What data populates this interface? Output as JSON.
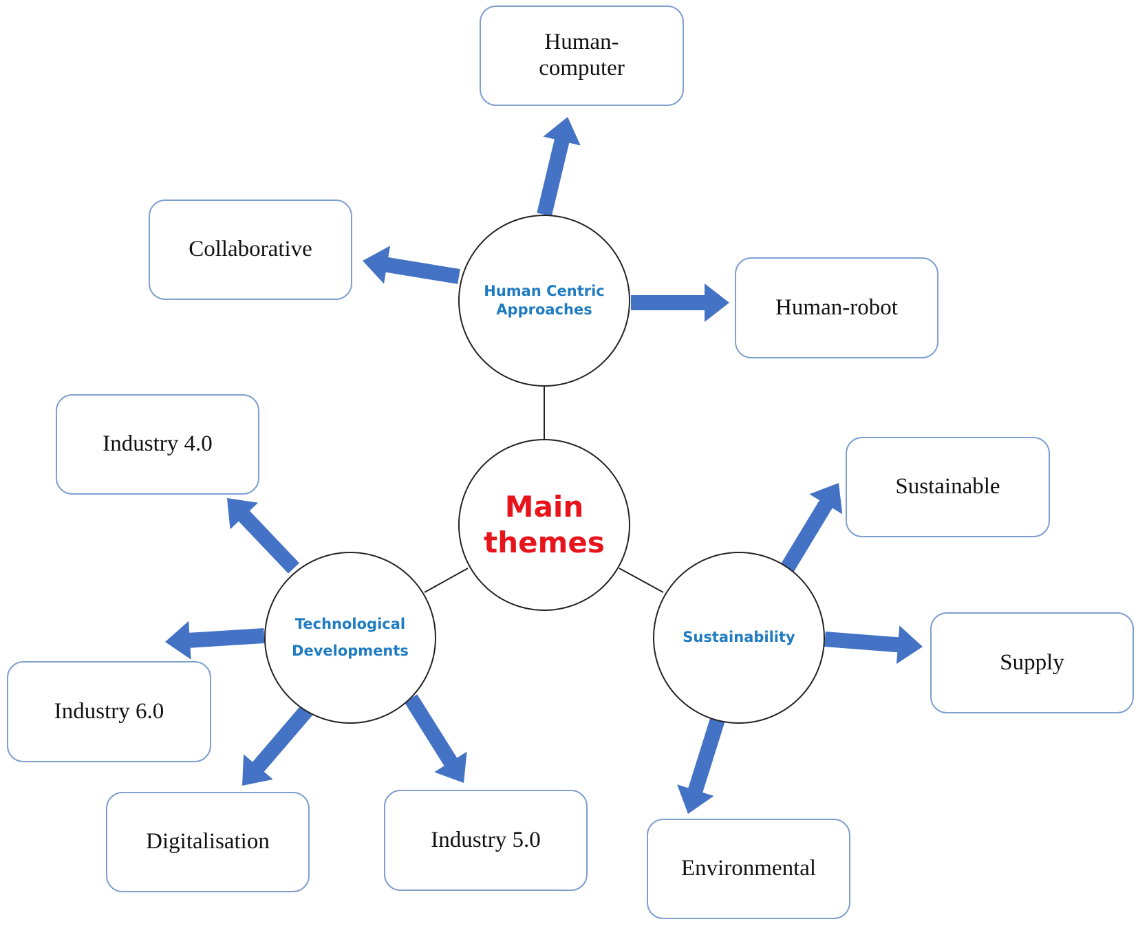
{
  "diagram": {
    "center": {
      "label": "Main themes"
    },
    "hubs": {
      "human_centric": {
        "label": "Human Centric Approaches"
      },
      "technological": {
        "label": "Technological Developments"
      },
      "sustainability": {
        "label": "Sustainability"
      }
    },
    "leaves": {
      "human_computer": "Human-computer",
      "collaborative": "Collaborative",
      "human_robot": "Human-robot",
      "industry_4": "Industry 4.0",
      "industry_6": "Industry 6.0",
      "digitalisation": "Digitalisation",
      "industry_5": "Industry 5.0",
      "sustainable": "Sustainable",
      "supply": "Supply",
      "environmental": "Environmental"
    }
  },
  "colors": {
    "main_label": "#e8141b",
    "hub_label": "#1f7bc1",
    "arrow": "#4472c4",
    "box_border": "#7f9fcf",
    "circle_border": "#222222"
  }
}
